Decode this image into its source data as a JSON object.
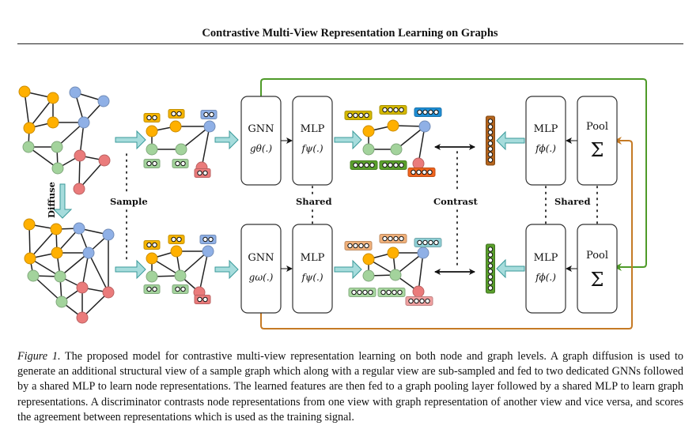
{
  "header": {
    "title": "Contrastive Multi-View Representation Learning on Graphs"
  },
  "diagram": {
    "labels": {
      "diffuse": "Diffuse",
      "sample": "Sample",
      "shared_left": "Shared",
      "contrast": "Contrast",
      "shared_right": "Shared"
    },
    "top_row": {
      "gnn": {
        "title": "GNN",
        "fn": "gθ(.)"
      },
      "mlp_node": {
        "title": "MLP",
        "fn": "fψ(.)"
      },
      "mlp_graph": {
        "title": "MLP",
        "fn": "fϕ(.)"
      },
      "pool": {
        "title": "Pool",
        "symbol": "Σ"
      },
      "graph_vector_color": "#b5651d"
    },
    "bottom_row": {
      "gnn": {
        "title": "GNN",
        "fn": "gω(.)"
      },
      "mlp_node": {
        "title": "MLP",
        "fn": "fψ(.)"
      },
      "mlp_graph": {
        "title": "MLP",
        "fn": "fϕ(.)"
      },
      "pool": {
        "title": "Pool",
        "symbol": "Σ"
      },
      "graph_vector_color": "#5aa02c"
    },
    "colors": {
      "orange_node": "#ffb000",
      "blue_node": "#8fb0e6",
      "green_node": "#a3d39c",
      "red_node": "#ea7b7b",
      "flow_arrow": "#a6dcdc",
      "green_connector": "#4e9a28",
      "orange_connector": "#c57a25"
    },
    "original_graph": {
      "nodes": [
        {
          "id": "a",
          "c": "orange_node"
        },
        {
          "id": "b",
          "c": "orange_node"
        },
        {
          "id": "c",
          "c": "orange_node"
        },
        {
          "id": "d",
          "c": "orange_node"
        },
        {
          "id": "e",
          "c": "blue_node"
        },
        {
          "id": "f",
          "c": "blue_node"
        },
        {
          "id": "g",
          "c": "blue_node"
        },
        {
          "id": "h",
          "c": "green_node"
        },
        {
          "id": "i",
          "c": "green_node"
        },
        {
          "id": "j",
          "c": "green_node"
        },
        {
          "id": "k",
          "c": "red_node"
        },
        {
          "id": "l",
          "c": "red_node"
        },
        {
          "id": "m",
          "c": "red_node"
        }
      ],
      "edges": [
        [
          "a",
          "b"
        ],
        [
          "a",
          "c"
        ],
        [
          "b",
          "c"
        ],
        [
          "b",
          "d"
        ],
        [
          "c",
          "d"
        ],
        [
          "d",
          "g"
        ],
        [
          "e",
          "f"
        ],
        [
          "e",
          "g"
        ],
        [
          "f",
          "g"
        ],
        [
          "c",
          "h"
        ],
        [
          "h",
          "i"
        ],
        [
          "h",
          "j"
        ],
        [
          "i",
          "j"
        ],
        [
          "i",
          "g"
        ],
        [
          "g",
          "k"
        ],
        [
          "j",
          "k"
        ],
        [
          "k",
          "l"
        ],
        [
          "k",
          "m"
        ],
        [
          "l",
          "m"
        ]
      ]
    },
    "diffused_graph": {
      "nodes": [
        {
          "id": "a",
          "c": "orange_node"
        },
        {
          "id": "b",
          "c": "orange_node"
        },
        {
          "id": "c",
          "c": "orange_node"
        },
        {
          "id": "d",
          "c": "orange_node"
        },
        {
          "id": "e",
          "c": "blue_node"
        },
        {
          "id": "f",
          "c": "blue_node"
        },
        {
          "id": "g",
          "c": "blue_node"
        },
        {
          "id": "h",
          "c": "green_node"
        },
        {
          "id": "i",
          "c": "green_node"
        },
        {
          "id": "j",
          "c": "green_node"
        },
        {
          "id": "k",
          "c": "red_node"
        },
        {
          "id": "l",
          "c": "red_node"
        },
        {
          "id": "m",
          "c": "red_node"
        }
      ],
      "edges": [
        [
          "a",
          "b"
        ],
        [
          "a",
          "c"
        ],
        [
          "b",
          "c"
        ],
        [
          "b",
          "d"
        ],
        [
          "c",
          "d"
        ],
        [
          "b",
          "e"
        ],
        [
          "d",
          "e"
        ],
        [
          "d",
          "g"
        ],
        [
          "e",
          "f"
        ],
        [
          "e",
          "g"
        ],
        [
          "f",
          "g"
        ],
        [
          "f",
          "l"
        ],
        [
          "c",
          "h"
        ],
        [
          "c",
          "i"
        ],
        [
          "d",
          "i"
        ],
        [
          "h",
          "i"
        ],
        [
          "h",
          "j"
        ],
        [
          "i",
          "j"
        ],
        [
          "i",
          "g"
        ],
        [
          "i",
          "k"
        ],
        [
          "g",
          "k"
        ],
        [
          "g",
          "l"
        ],
        [
          "j",
          "k"
        ],
        [
          "k",
          "l"
        ],
        [
          "k",
          "m"
        ],
        [
          "l",
          "m"
        ],
        [
          "j",
          "m"
        ]
      ]
    },
    "sampled_top": {
      "nodes": [
        {
          "id": "a",
          "c": "orange_node",
          "tag": "orange_node"
        },
        {
          "id": "b",
          "c": "orange_node",
          "tag": "orange_node"
        },
        {
          "id": "e",
          "c": "blue_node",
          "tag": "blue_node"
        },
        {
          "id": "h",
          "c": "green_node",
          "tag": "green_node"
        },
        {
          "id": "i",
          "c": "green_node",
          "tag": "green_node"
        },
        {
          "id": "k",
          "c": "red_node",
          "tag": "red_node"
        }
      ],
      "edges": [
        [
          "a",
          "b"
        ],
        [
          "b",
          "e"
        ],
        [
          "a",
          "h"
        ],
        [
          "h",
          "i"
        ],
        [
          "i",
          "e"
        ],
        [
          "e",
          "k"
        ]
      ]
    },
    "sampled_bottom": {
      "nodes": [
        {
          "id": "a",
          "c": "orange_node",
          "tag": "orange_node"
        },
        {
          "id": "b",
          "c": "orange_node",
          "tag": "orange_node"
        },
        {
          "id": "e",
          "c": "blue_node",
          "tag": "blue_node"
        },
        {
          "id": "h",
          "c": "green_node",
          "tag": "green_node"
        },
        {
          "id": "i",
          "c": "green_node",
          "tag": "green_node"
        },
        {
          "id": "k",
          "c": "red_node",
          "tag": "red_node"
        }
      ],
      "edges": [
        [
          "a",
          "b"
        ],
        [
          "b",
          "e"
        ],
        [
          "a",
          "h"
        ],
        [
          "a",
          "i"
        ],
        [
          "b",
          "i"
        ],
        [
          "h",
          "i"
        ],
        [
          "i",
          "e"
        ],
        [
          "i",
          "k"
        ],
        [
          "e",
          "k"
        ]
      ]
    },
    "encoded_top": {
      "tag_colors": [
        "#d4b800",
        "#d4b800",
        "#1f8fd6",
        "#5aa02c",
        "#5aa02c",
        "#f0641e"
      ]
    },
    "encoded_bottom": {
      "tag_colors": [
        "#f0b07a",
        "#f0b07a",
        "#8fd0d6",
        "#a8d8a0",
        "#a8d8a0",
        "#f0a0a0"
      ]
    },
    "tag_fill": {
      "orange_node": "#f5b400",
      "blue_node": "#8fb0e6",
      "green_node": "#a3d39c",
      "red_node": "#ea7b7b"
    }
  },
  "caption": {
    "figure_label": "Figure 1.",
    "text": " The proposed model for contrastive multi-view representation learning on both node and graph levels. A graph diffusion is used to generate an additional structural view of a sample graph which along with a regular view are sub-sampled and fed to two dedicated GNNs followed by a shared MLP to learn node representations. The learned features are then fed to a graph pooling layer followed by a shared MLP to learn graph representations. A discriminator contrasts node representations from one view with graph representation of another view and vice versa, and scores the agreement between representations which is used as the training signal."
  }
}
